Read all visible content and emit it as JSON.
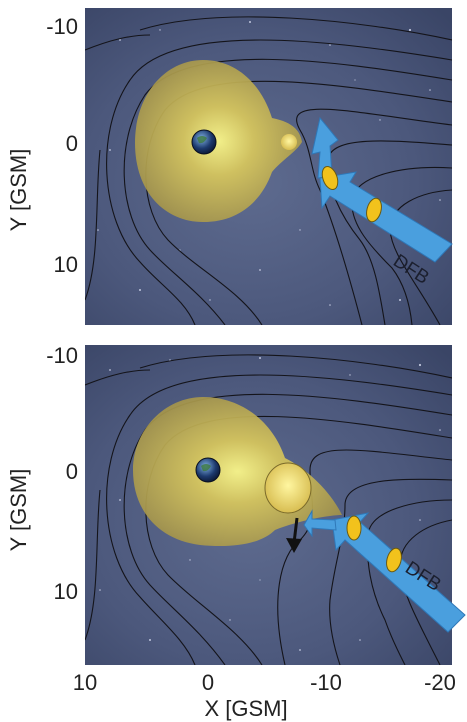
{
  "figure": {
    "y_tick_labels": [
      "-10",
      "0",
      "10"
    ],
    "x_tick_labels": [
      "10",
      "0",
      "-10",
      "-20"
    ],
    "y_axis_label": "Y [GSM]",
    "x_axis_label": "X [GSM]",
    "top_panel": {
      "flow_label": "DFB"
    },
    "bottom_panel": {
      "flow_label": "DFB"
    }
  },
  "colors": {
    "space_background": "#4d5a7f",
    "plasmasphere": "#b6a24c",
    "field_lines": "#14141a",
    "flow_arrow": "#4a9fde",
    "flux_bundle": "#f2c21c"
  },
  "icons": [
    "earth-icon",
    "flow-arrow-icon",
    "flux-bundle-icon",
    "drift-arrow-icon"
  ]
}
